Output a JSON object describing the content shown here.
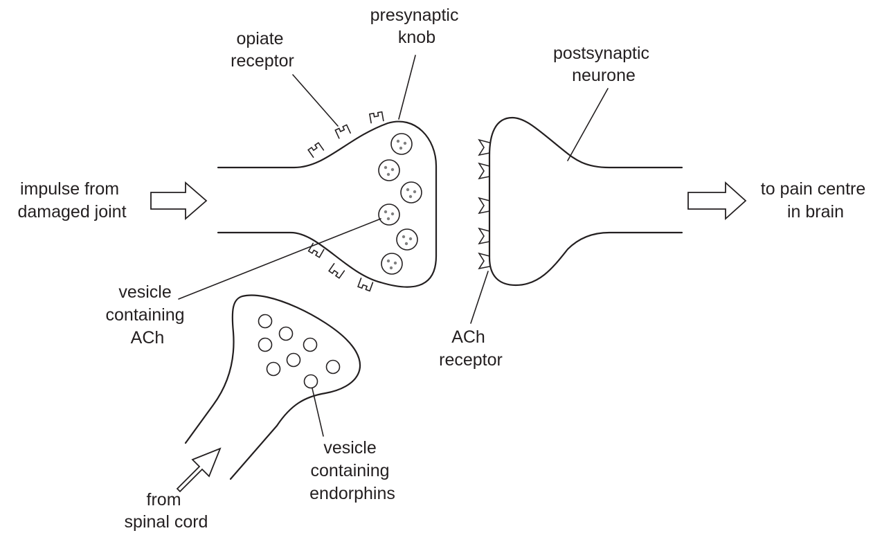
{
  "labels": {
    "presynaptic_knob": [
      "presynaptic",
      "knob"
    ],
    "opiate_receptor": [
      "opiate",
      "receptor"
    ],
    "postsynaptic_neurone": [
      "postsynaptic",
      "neurone"
    ],
    "impulse": [
      "impulse from",
      "damaged joint"
    ],
    "pain_centre": [
      "to pain centre",
      "in brain"
    ],
    "vesicle_ach": [
      "vesicle",
      "containing",
      "ACh"
    ],
    "ach_receptor": [
      "ACh",
      "receptor"
    ],
    "vesicle_endorphins": [
      "vesicle",
      "containing",
      "endorphins"
    ],
    "spinal_cord": [
      "from",
      "spinal cord"
    ]
  }
}
